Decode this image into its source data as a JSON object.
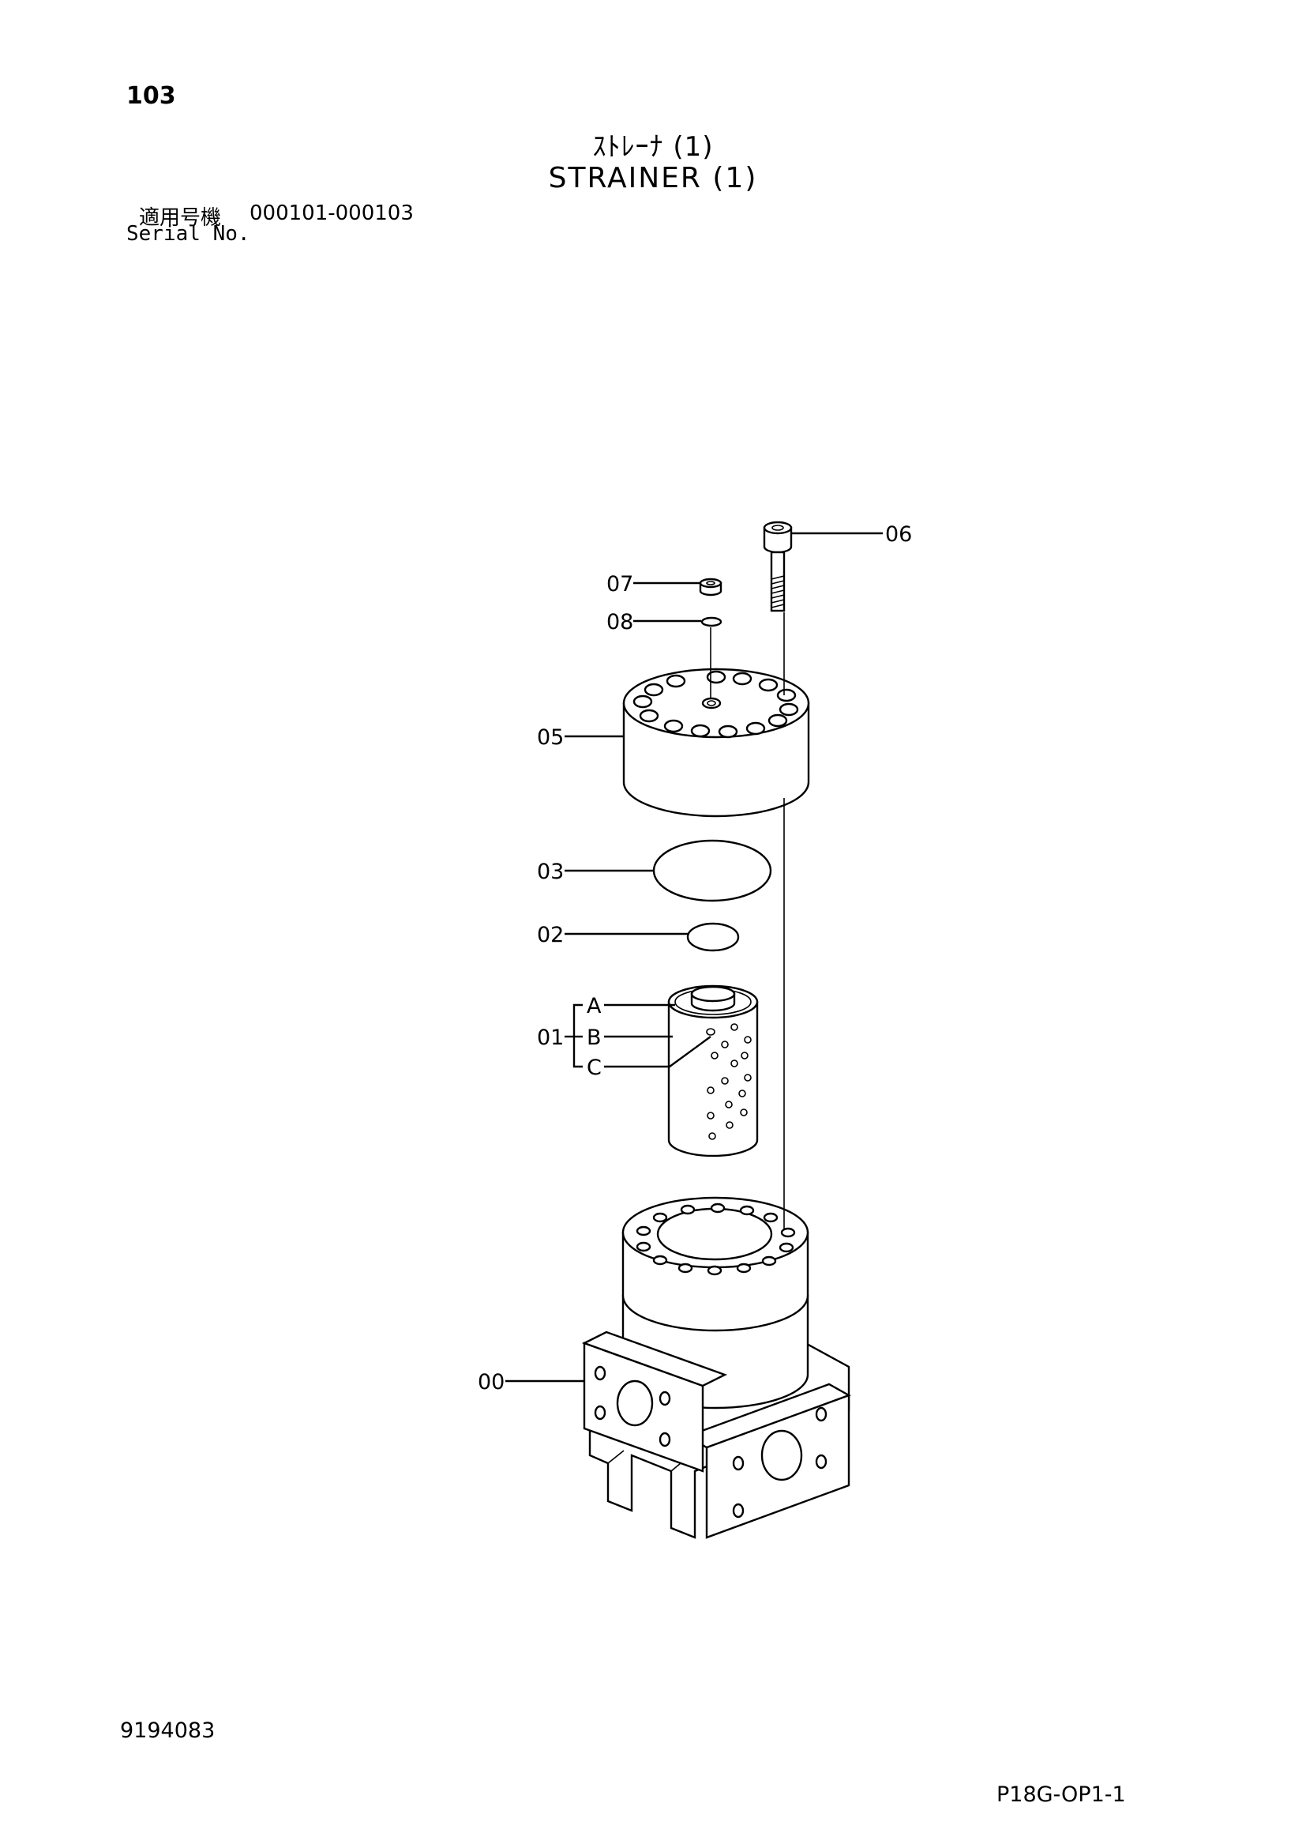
{
  "header": {
    "page_number": "103",
    "title_jp": "ｽﾄﾚｰﾅ (1)",
    "title_en": "STRAINER (1)",
    "serial_label_jp": "適用号機",
    "serial_range": "000101-000103",
    "serial_label_en": "Serial No."
  },
  "diagram": {
    "callouts": {
      "c00": "00",
      "c01": "01",
      "c02": "02",
      "c03": "03",
      "c05": "05",
      "c06": "06",
      "c07": "07",
      "c08": "08",
      "sub_a": "A",
      "sub_b": "B",
      "sub_c": "C"
    }
  },
  "footer": {
    "drawing_code": "9194083",
    "page_code": "P18G-OP1-1"
  }
}
